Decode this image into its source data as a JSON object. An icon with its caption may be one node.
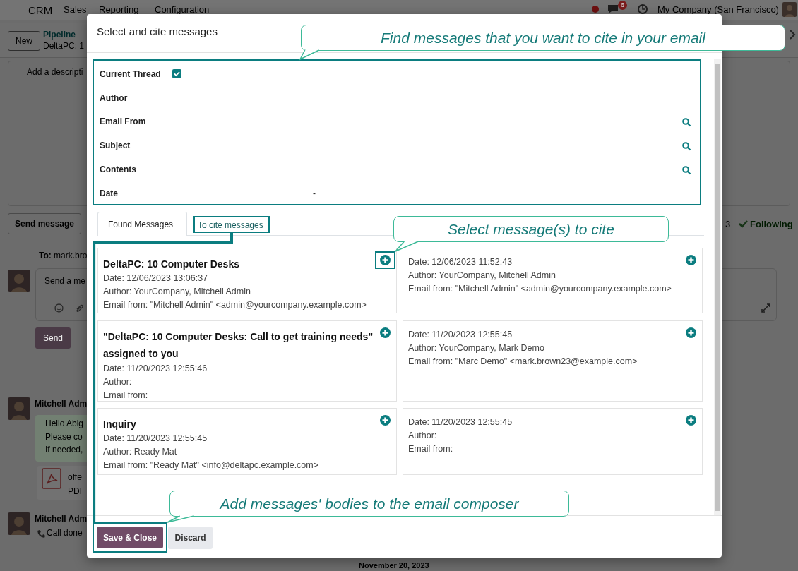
{
  "diagram": {
    "nodes": [
      {
        "text": [
          "Select and cite messages"
        ]
      },
      {
        "text": [
          "Current Thread",
          "Author",
          "Email From",
          "Subject",
          "Contents",
          "Date",
          "-"
        ],
        "in": 0
      },
      {
        "text": [
          "Found Messages"
        ],
        "in": 0
      },
      {
        "text": [
          "To cite messages"
        ],
        "in": 0
      },
      {
        "text": [
          "DeltaPC: 10 Computer Desks",
          "Date: 12/06/2023 13:06:37",
          "Author: YourCompany, Mitchell Admin",
          "Email from: \"Mitchell Admin\" <admin@yourcompany.example.com>"
        ],
        "in": 0
      },
      {
        "text": [
          "Date: 12/06/2023 11:52:43",
          "Author: YourCompany, Mitchell Admin",
          "Email from: \"Mitchell Admin\" <admin@yourcompany.example.com>"
        ],
        "in": 0
      },
      {
        "text": [
          "\"DeltaPC: 10 Computer Desks: Call to get training needs\" assigned to you",
          "Date: 11/20/2023 12:55:46",
          "Author:",
          "Email from:"
        ],
        "in": 0
      },
      {
        "text": [
          "Date: 11/20/2023 12:55:45",
          "Author: YourCompany, Mark Demo",
          "Email from: \"Marc Demo\" <mark.brown23@example.com>"
        ],
        "in": 0
      },
      {
        "text": [
          "Inquiry",
          "Date: 11/20/2023 12:55:45",
          "Author: Ready Mat",
          "Email from: \"Ready Mat\" <info@deltapc.example.com>"
        ],
        "in": 0
      },
      {
        "text": [
          "Date: 11/20/2023 12:55:45",
          "Author:",
          "Email from:"
        ],
        "in": 0
      },
      {
        "text": [],
        "shape": "box",
        "in": 4
      },
      {
        "text": [
          "Save & Close"
        ],
        "in": 0
      },
      {
        "text": [
          "Discard"
        ],
        "in": 0
      },
      {
        "text": [
          "Find messages that you want to cite in your email"
        ]
      },
      {
        "text": [
          "Select message(s) to cite"
        ],
        "in": 0
      },
      {
        "text": [
          "Add messages' bodies to the email composer"
        ],
        "in": 0
      }
    ],
    "edges": [
      {
        "from": 13,
        "to": 1,
        "arrow": "none"
      },
      {
        "from": 14,
        "to": 10,
        "arrow": "none"
      },
      {
        "from": 15,
        "to": 11,
        "arrow": "none"
      },
      {
        "from": 11,
        "to": 3,
        "arrow": "none",
        "style": "thick",
        "color": "#0b7d80"
      }
    ],
    "labels": [
      "CRM",
      "Sales",
      "Reporting",
      "Configuration",
      "6",
      "My Company (San Francisco)",
      "New",
      "Pipeline",
      "DeltaPC: 1",
      "Add a descripti",
      "Send message",
      "3",
      "Following",
      "**To:** mark.bro",
      "Send a me",
      "Send",
      "Mitchell Adm",
      "Hello Abig",
      "Please co",
      "If needed,",
      "offe",
      "PDF",
      "Mitchell Adm",
      "Call done",
      "November 20, 2023"
    ]
  }
}
